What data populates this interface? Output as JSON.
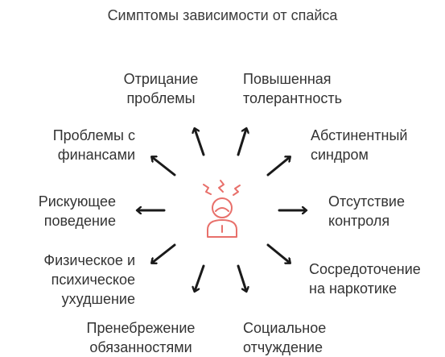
{
  "title": "Симптомы зависимости от спайса",
  "center_icon": "stressed-person-icon",
  "colors": {
    "icon": "#e8706b",
    "arrow": "#1a1a1a",
    "text": "#333333"
  },
  "symptoms": [
    {
      "id": "denial",
      "label": "Отрицание\nпроблемы"
    },
    {
      "id": "tolerance",
      "label": "Повышенная\nтолерантность"
    },
    {
      "id": "withdrawal",
      "label": "Абстинентный\nсиндром"
    },
    {
      "id": "control",
      "label": "Отсутствие\nконтроля"
    },
    {
      "id": "focus",
      "label": "Сосредоточение\nна наркотике"
    },
    {
      "id": "isolation",
      "label": "Социальное\nотчуждение"
    },
    {
      "id": "neglect",
      "label": "Пренебрежение\nобязанностями"
    },
    {
      "id": "deterioration",
      "label": "Физическое и\nпсихическое\nухудшение"
    },
    {
      "id": "risk",
      "label": "Рискующее\nповедение"
    },
    {
      "id": "finance",
      "label": "Проблемы с\nфинансами"
    }
  ]
}
